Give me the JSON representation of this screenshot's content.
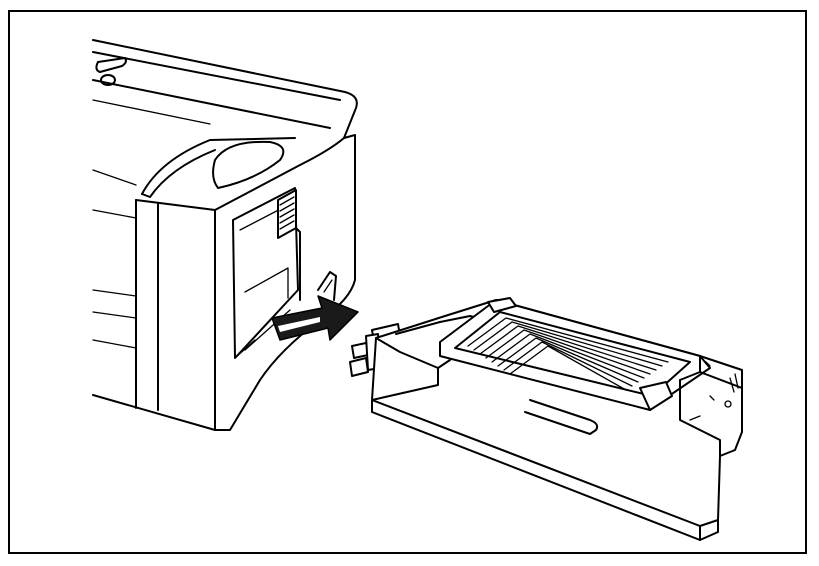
{
  "figure": {
    "background": "#ffffff",
    "stroke_color": "#000000",
    "arrow_fill": "#1a1a1a",
    "parts": [
      "printer-body",
      "removal-arrow",
      "cartridge"
    ]
  }
}
